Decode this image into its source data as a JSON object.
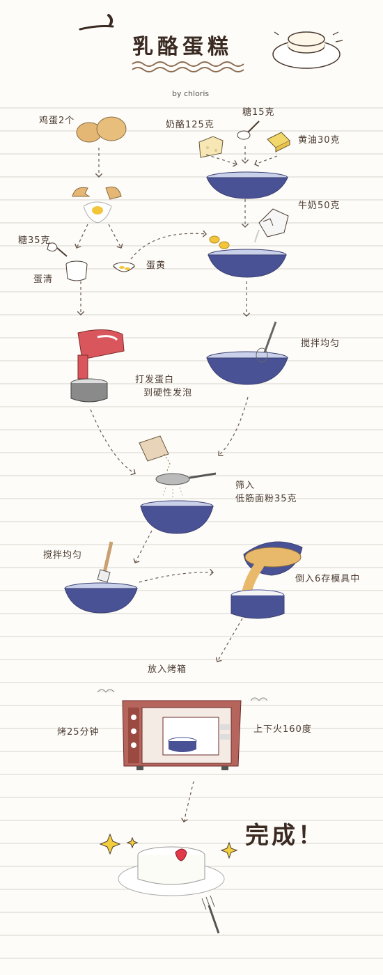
{
  "title": "乳酪蛋糕",
  "byline": "by chloris",
  "steps": {
    "eggs": "鸡蛋2个",
    "cheese": "奶酪125克",
    "sugar15": "糖15克",
    "butter": "黄油30克",
    "milk": "牛奶50克",
    "sugar35": "糖35克",
    "egg_white": "蛋清",
    "egg_yolk": "蛋黄",
    "mix1": "搅拌均匀",
    "whip_line1": "打发蛋白",
    "whip_line2": "到硬性发泡",
    "sift_line1": "筛入",
    "sift_line2": "低筋面粉35克",
    "mix2": "搅拌均匀",
    "pour": "倒入6存模具中",
    "oven": "放入烤箱",
    "bake_time": "烤25分钟",
    "heat": "上下火160度",
    "done": "完成！"
  },
  "colors": {
    "bowl": "#4a5296",
    "bowl_rim": "#c9d0ea",
    "mixer": "#d9575c",
    "oven": "#b5655c",
    "yolk": "#f2c53a",
    "eggshell": "#e4b775",
    "batter": "#e8b96a",
    "sparkle": "#f3cf3f",
    "line": "#d6d3cd",
    "ink": "#4a3a30"
  },
  "icons": [
    "egg-icon",
    "cheese-icon",
    "spoon-icon",
    "butter-icon",
    "bowl-icon",
    "milk-carton-icon",
    "cracked-egg-icon",
    "cup-icon",
    "whisk-icon",
    "hand-mixer-icon",
    "flour-bag-icon",
    "sieve-icon",
    "spatula-icon",
    "cake-pan-icon",
    "oven-icon",
    "cake-icon",
    "strawberry-icon",
    "fork-icon",
    "sparkle-icon",
    "steam-icon",
    "cake-hat-icon"
  ]
}
